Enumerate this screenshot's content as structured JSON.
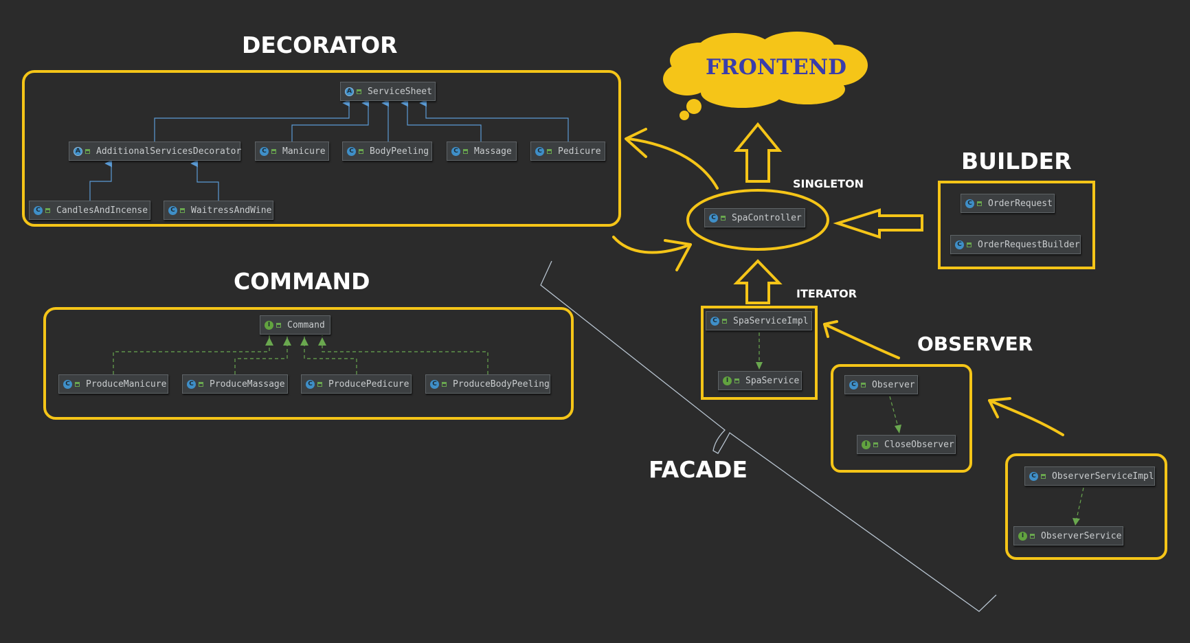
{
  "titles": {
    "decorator": "DECORATOR",
    "command": "COMMAND",
    "builder": "BUILDER",
    "observer": "OBSERVER",
    "facade": "FACADE",
    "singleton": "SINGLETON",
    "iterator": "ITERATOR",
    "frontend": "FRONTEND"
  },
  "classes": {
    "service_sheet": "ServiceSheet",
    "additional_services_decorator": "AdditionalServicesDecorator",
    "manicure": "Manicure",
    "body_peeling": "BodyPeeling",
    "massage": "Massage",
    "pedicure": "Pedicure",
    "candles_and_incense": "CandlesAndIncense",
    "waitress_and_wine": "WaitressAndWine",
    "command": "Command",
    "produce_manicure": "ProduceManicure",
    "produce_massage": "ProduceMassage",
    "produce_pedicure": "ProducePedicure",
    "produce_body_peeling": "ProduceBodyPeeling",
    "spa_controller": "SpaController",
    "order_request": "OrderRequest",
    "order_request_builder": "OrderRequestBuilder",
    "spa_service_impl": "SpaServiceImpl",
    "spa_service": "SpaService",
    "observer": "Observer",
    "close_observer": "CloseObserver",
    "observer_service_impl": "ObserverServiceImpl",
    "observer_service": "ObserverService"
  },
  "icon_letters": {
    "class": "C",
    "interface": "I",
    "abstract": "A"
  },
  "colors": {
    "background": "#2b2b2b",
    "highlight_yellow": "#f5c518",
    "inheritance_line": "#5b9bd5",
    "implementation_line": "#6aa84f",
    "frontend_text": "#3a3dab",
    "facade_bracket": "#b8c4d0"
  }
}
